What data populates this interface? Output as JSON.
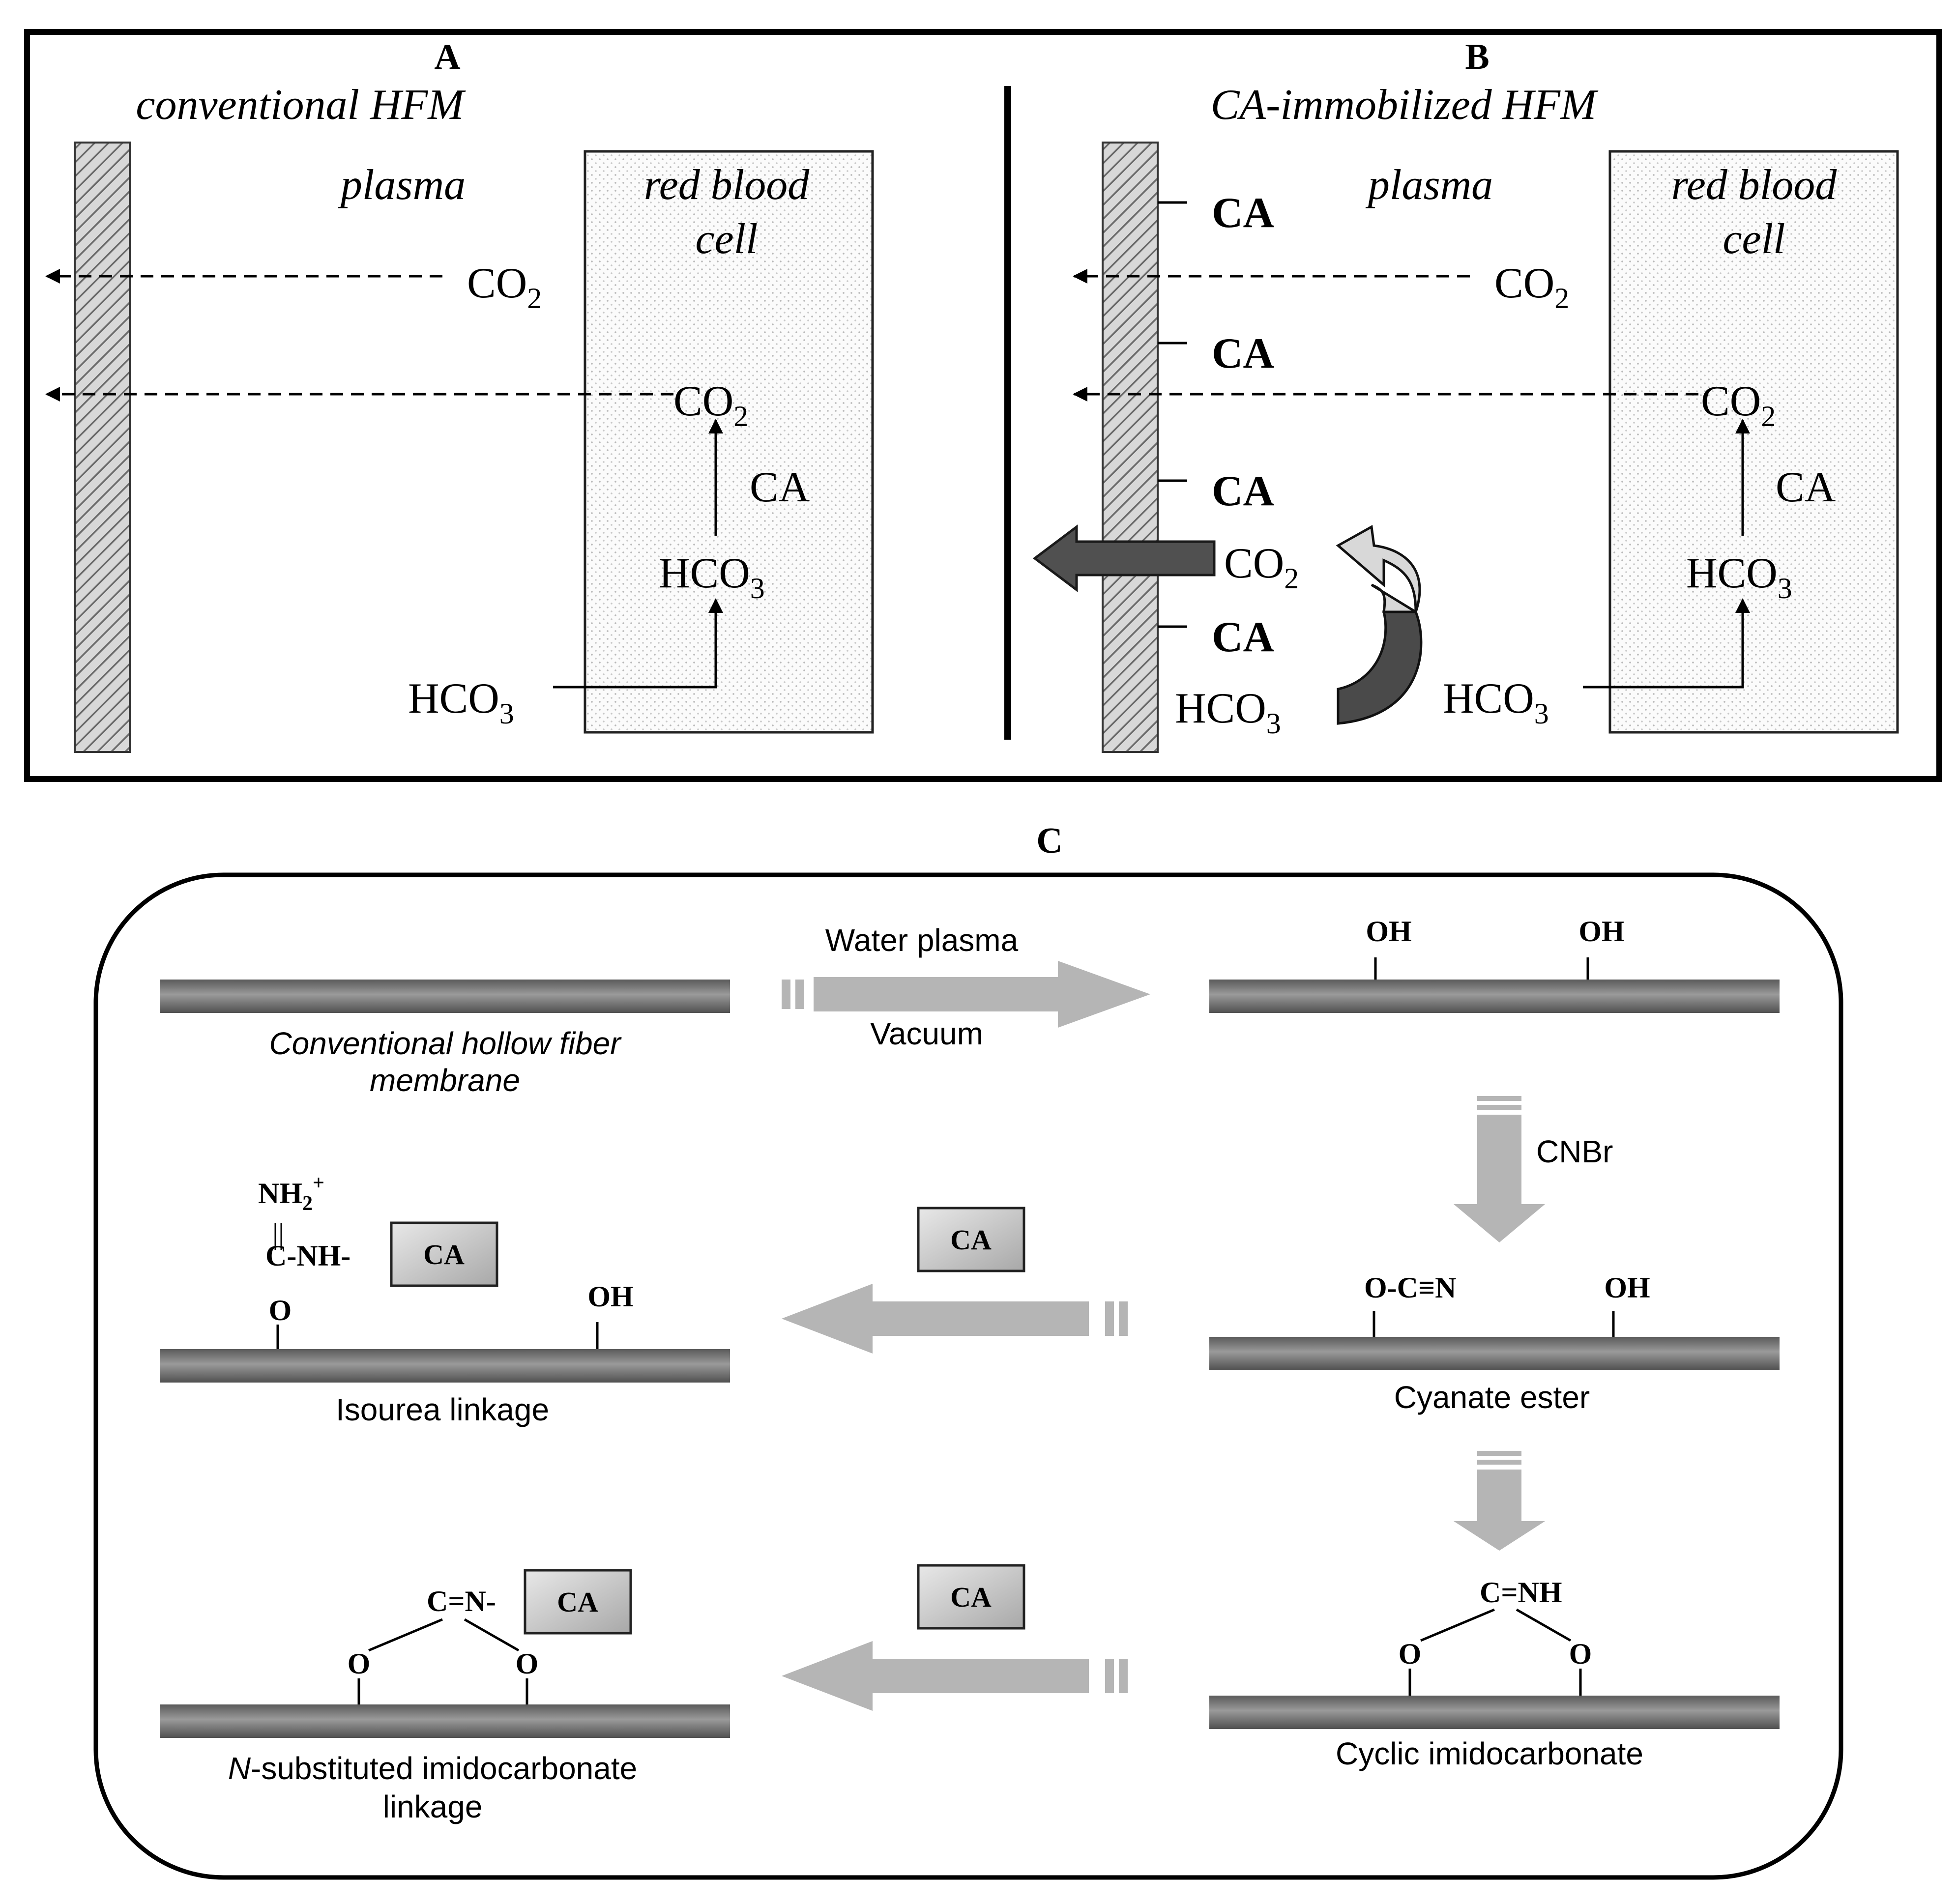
{
  "panel_a": {
    "letter": "A",
    "title": "conventional HFM",
    "plasma_label": "plasma",
    "rbc_label_line1": "red blood",
    "rbc_label_line2": "cell",
    "co2_top": "CO",
    "co2_top_sub": "2",
    "co2_inner": "CO",
    "co2_inner_sub": "2",
    "ca_label": "CA",
    "hco3_inner": "HCO",
    "hco3_inner_sub": "3",
    "hco3_outer": "HCO",
    "hco3_outer_sub": "3"
  },
  "panel_b": {
    "letter": "B",
    "title": "CA-immobilized HFM",
    "plasma_label": "plasma",
    "rbc_label_line1": "red blood",
    "rbc_label_line2": "cell",
    "membrane_ca": [
      "CA",
      "CA",
      "CA",
      "CA"
    ],
    "co2_top": "CO",
    "co2_top_sub": "2",
    "co2_inner": "CO",
    "co2_inner_sub": "2",
    "ca_label": "CA",
    "hco3_inner": "HCO",
    "hco3_inner_sub": "3",
    "hco3_outer": "HCO",
    "hco3_outer_sub": "3",
    "co2_membrane": "CO",
    "co2_membrane_sub": "2",
    "hco3_membrane": "HCO",
    "hco3_membrane_sub": "3"
  },
  "panel_c": {
    "letter": "C",
    "conventional_label_line1": "Conventional hollow fiber",
    "conventional_label_line2": "membrane",
    "step1_top": "Water plasma",
    "step1_bottom": "Vacuum",
    "oh": "OH",
    "step2": "CNBr",
    "cyanate_group": "O-C≡N",
    "cyanate_label": "Cyanate ester",
    "ca_box": "CA",
    "isourea_nh2": "NH",
    "isourea_nh2_sub": "2",
    "isourea_nh2_sup": "+",
    "isourea_double": "||",
    "isourea_chain": "C-NH-",
    "isourea_o": "O",
    "isourea_label": "Isourea linkage",
    "cyclic_group": "C=NH",
    "cyclic_o": "O",
    "cyclic_label": "Cyclic imidocarbonate",
    "nsub_group": "C=N-",
    "nsub_label_italic": "N",
    "nsub_label_line1_rest": "-substituted imidocarbonate",
    "nsub_label_line2": "linkage"
  }
}
